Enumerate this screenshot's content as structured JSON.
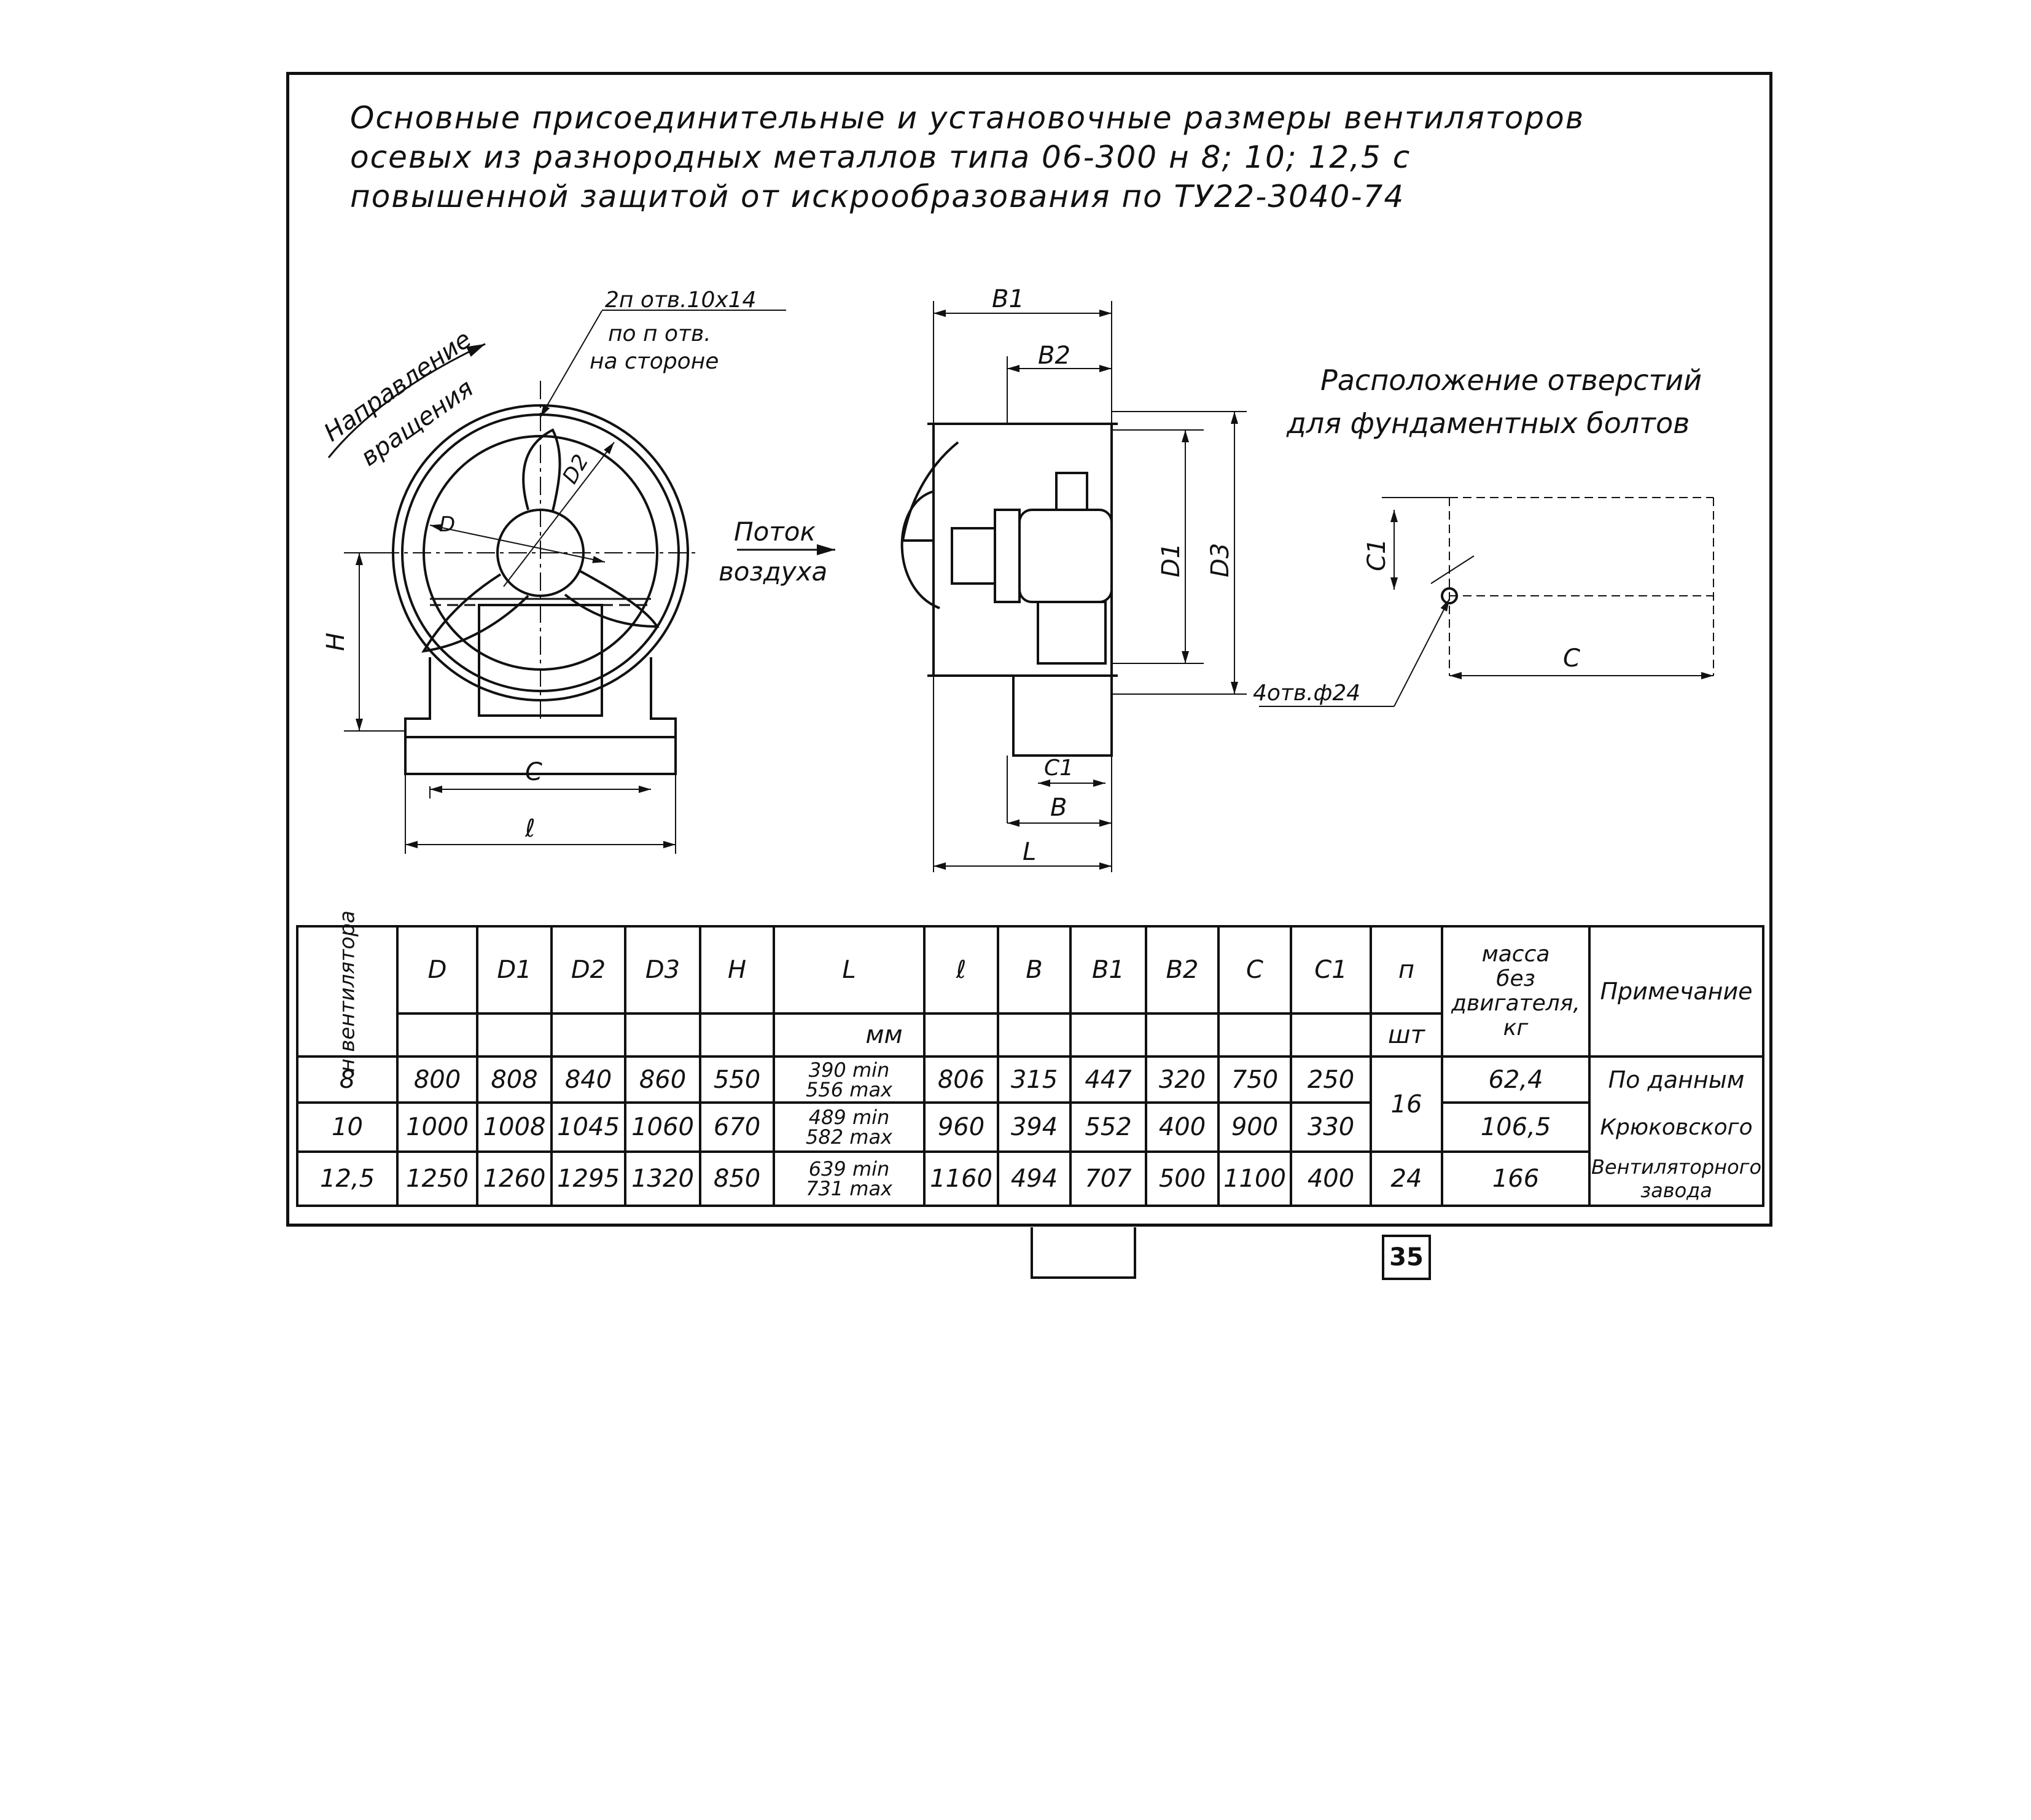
{
  "title_lines": [
    "Основные присоединительные и установочные размеры вентиляторов",
    "осевых из разнородных металлов типа 06-300 н 8; 10; 12,5 с",
    "повышенной защитой от искрообразования по ТУ22-3040-74"
  ],
  "labels": {
    "rotation": "Направление",
    "rotation2": "вращения",
    "holes1": "2п отв.10х14",
    "holes2": "по п отв.",
    "holes3": "на стороне",
    "flow1": "Поток",
    "flow2": "воздуха",
    "bolt_title1": "Расположение отверстий",
    "bolt_title2": "для фундаментных болтов",
    "bolt_holes": "4отв.ф24",
    "dim_D": "D",
    "dim_D2": "D2",
    "dim_H": "H",
    "dim_C": "C",
    "dim_l": "ℓ",
    "dim_B1": "B1",
    "dim_B2": "B2",
    "dim_D1": "D1",
    "dim_D3": "D3",
    "dim_C1": "C1",
    "dim_B": "B",
    "dim_L": "L",
    "bolt_C1": "C1",
    "bolt_C": "C"
  },
  "table": {
    "col_fan": "н вентилятора",
    "headers": [
      "D",
      "D1",
      "D2",
      "D3",
      "H",
      "L",
      "ℓ",
      "B",
      "B1",
      "B2",
      "C",
      "C1",
      "п"
    ],
    "unit_mm": "мм",
    "unit_pcs": "шт",
    "mass_header": [
      "масса",
      "без",
      "двигателя,",
      "кг"
    ],
    "note_header": "Примечание",
    "rows": [
      {
        "fan": "8",
        "D": "800",
        "D1": "808",
        "D2": "840",
        "D3": "860",
        "H": "550",
        "L1": "390 min",
        "L2": "556 max",
        "l": "806",
        "B": "315",
        "B1": "447",
        "B2": "320",
        "C": "750",
        "C1": "250",
        "mass": "62,4"
      },
      {
        "fan": "10",
        "D": "1000",
        "D1": "1008",
        "D2": "1045",
        "D3": "1060",
        "H": "670",
        "L1": "489 min",
        "L2": "582 max",
        "l": "960",
        "B": "394",
        "B1": "552",
        "B2": "400",
        "C": "900",
        "C1": "330",
        "mass": "106,5"
      },
      {
        "fan": "12,5",
        "D": "1250",
        "D1": "1260",
        "D2": "1295",
        "D3": "1320",
        "H": "850",
        "L1": "639 min",
        "L2": "731 max",
        "l": "1160",
        "B": "494",
        "B1": "707",
        "B2": "500",
        "C": "1100",
        "C1": "400",
        "mass": "166"
      }
    ],
    "n_8_10": "16",
    "n_12": "24",
    "notes": [
      "По данным",
      "Крюковского",
      "Вентиляторного",
      "завода"
    ]
  },
  "page_number": "35"
}
